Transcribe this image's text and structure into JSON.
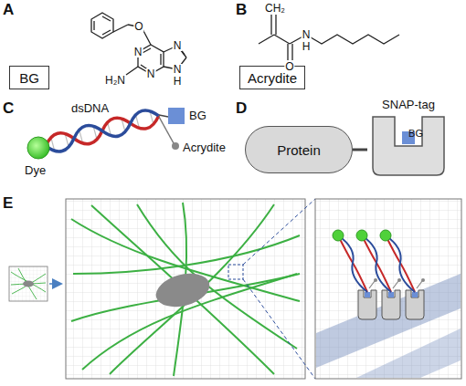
{
  "diagram": {
    "nodes": [
      {
        "text": [
          "BG"
        ]
      },
      {
        "text": [
          "Acrydite"
        ]
      },
      {
        "text": [
          "Protein"
        ]
      },
      {
        "text": [
          "SNAP-tag"
        ]
      }
    ],
    "edges": [
      {
        "from": 2,
        "to": 3,
        "arrow": "none"
      }
    ],
    "labels": [
      "A",
      "O",
      "N",
      "N",
      "N",
      "N",
      "H",
      "H₂N",
      "B",
      "CH₂",
      "O",
      "N",
      "H",
      "C",
      "dsDNA",
      "Dye",
      "BG",
      "Acrydite",
      "D",
      "BG",
      "E"
    ]
  }
}
